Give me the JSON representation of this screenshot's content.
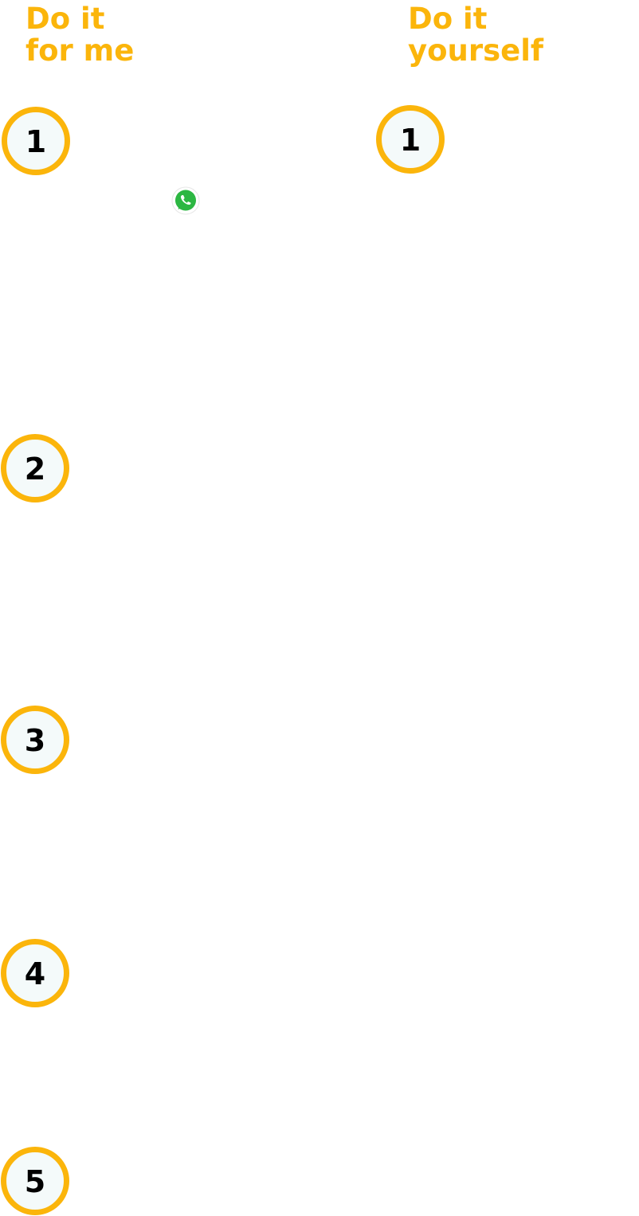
{
  "colors": {
    "accent": "#fbb50b",
    "circle_fill": "#f4fafa",
    "text": "#000000",
    "whatsapp_green": "#2cb742"
  },
  "left_column": {
    "heading_line1": "Do it",
    "heading_line2": "for me",
    "steps": [
      "1",
      "2",
      "3",
      "4",
      "5"
    ],
    "whatsapp_icon": "whatsapp-icon"
  },
  "right_column": {
    "heading_line1": "Do it",
    "heading_line2": "yourself",
    "steps": [
      "1"
    ]
  }
}
